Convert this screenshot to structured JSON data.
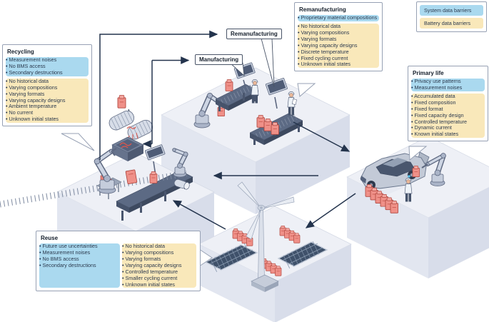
{
  "legend": {
    "system_label": "System data barriers",
    "battery_label": "Battery data barriers"
  },
  "stage_labels": {
    "manufacturing": "Manufacturing",
    "remanufacturing": "Remanufacturing"
  },
  "callouts": {
    "recycling": {
      "title": "Recycling",
      "system_barriers": [
        "Measurement noises",
        "No BMS access",
        "Secondary destructions"
      ],
      "battery_barriers": [
        "No historical data",
        "Varying compositions",
        "Varying formats",
        "Varying capacity designs",
        "Ambient temperature",
        "No current",
        "Unknown initial states"
      ]
    },
    "remanufacturing": {
      "title": "Remanufacturing",
      "system_barriers": [
        "Proprietary material compositions"
      ],
      "battery_barriers": [
        "No historical data",
        "Varying compositions",
        "Varying formats",
        "Varying capacity designs",
        "Discrete temperature",
        "Fixed cycling current",
        "Unknown initial states"
      ]
    },
    "primary_life": {
      "title": "Primary life",
      "system_barriers": [
        "Privacy use patterns",
        "Measurement noises"
      ],
      "battery_barriers": [
        "Accumulated data",
        "Fixed composition",
        "Fixed format",
        "Fixed capacity design",
        "Controlled temperature",
        "Dynamic current",
        "Known initial states"
      ]
    },
    "reuse": {
      "title": "Reuse",
      "system_barriers": [
        "Future use uncertainties",
        "Measurement noises",
        "No BMS access",
        "Secondary destructions"
      ],
      "battery_barriers": [
        "No historical data",
        "Varying compositions",
        "Varying formats",
        "Varying capacity designs",
        "Controlled temperature",
        "Smaller cycling current",
        "Unknown initial states"
      ]
    }
  },
  "colors": {
    "system_barrier_bg": "#aad9ef",
    "battery_barrier_bg": "#f9e8ba",
    "arrow": "#24344d",
    "battery_red": "#ef9088",
    "platform_top": "#eef0f6",
    "box_border": "#97a1b4"
  }
}
